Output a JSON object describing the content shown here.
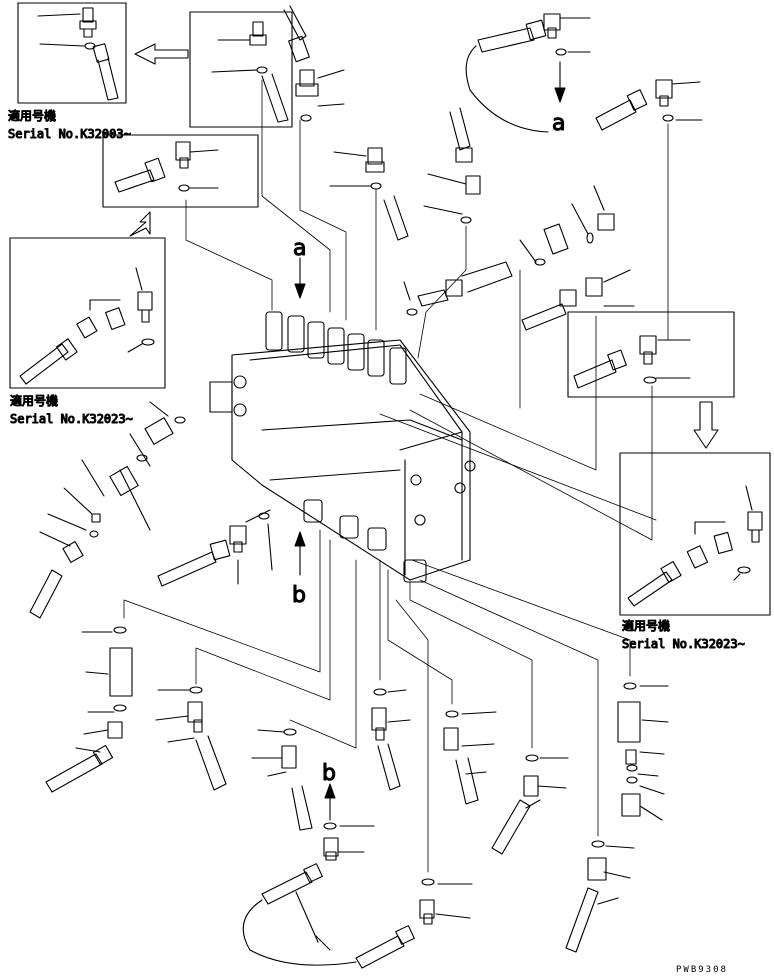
{
  "applicable_label": "適用号機",
  "serial_k32003": "Serial No.K32003~",
  "serial_k32023": "Serial No.K32023~",
  "view_a": "a",
  "view_b": "b",
  "drawing_code": "PWB9308"
}
